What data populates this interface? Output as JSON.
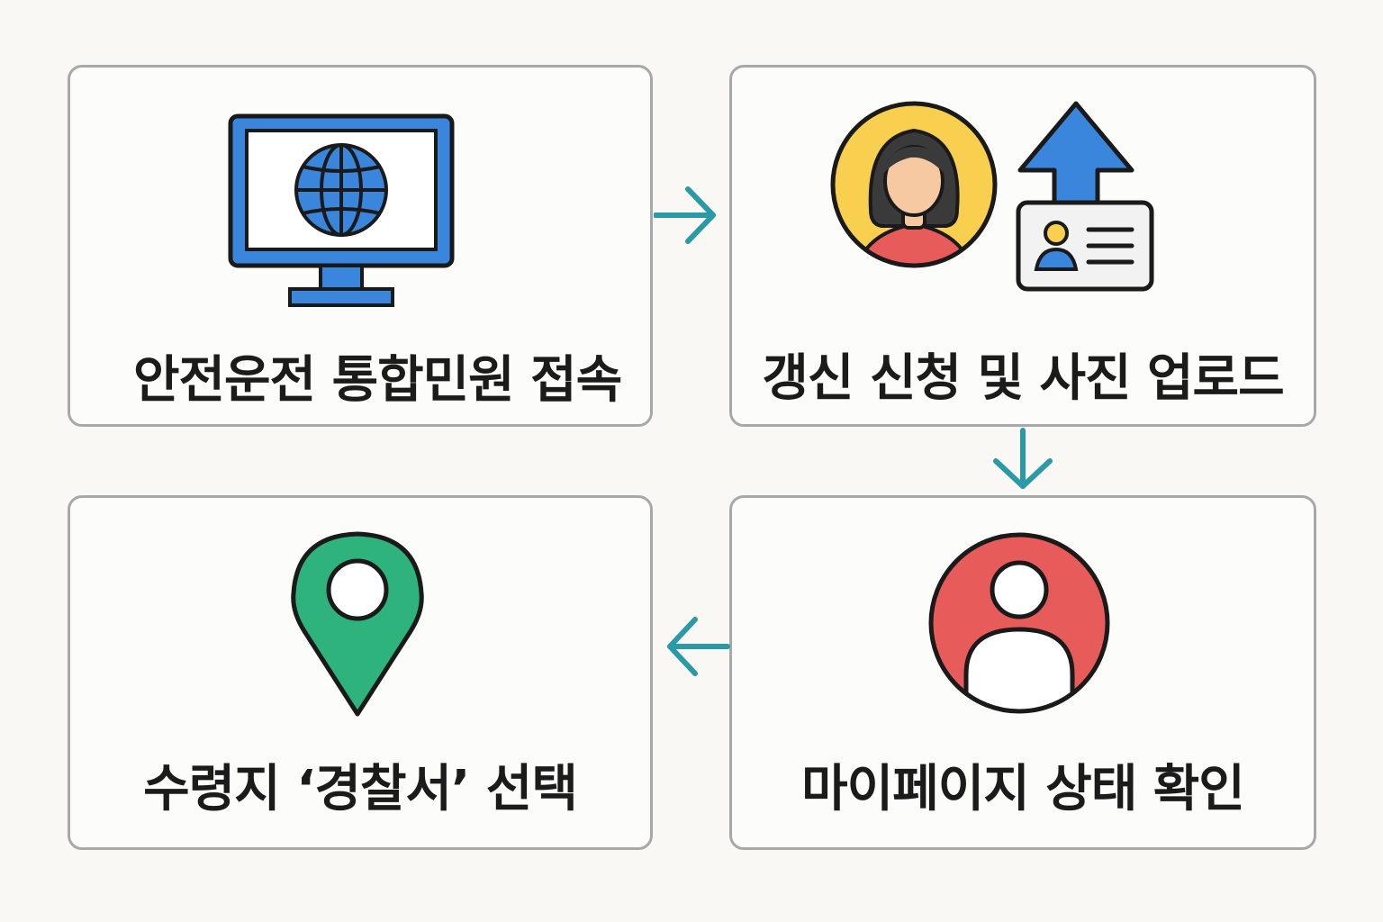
{
  "steps": [
    {
      "label": "안전운전 통합민원 접속",
      "icon": "monitor-globe-icon"
    },
    {
      "label": "갱신 신청 및 사진 업로드",
      "icon": "profile-photo-upload-icon"
    },
    {
      "label": "마이페이지 상태 확인",
      "icon": "user-profile-icon"
    },
    {
      "label": "수령지 ‘경찰서’ 선택",
      "icon": "map-pin-icon"
    }
  ],
  "colors": {
    "monitor_blue": "#3a86dc",
    "avatar_yellow": "#f9cf4f",
    "shirt_red": "#e85b5b",
    "profile_red": "#e85b5b",
    "pin_green": "#2db37b",
    "arrow_teal": "#2a9aa6",
    "outline": "#1a1a1a"
  }
}
